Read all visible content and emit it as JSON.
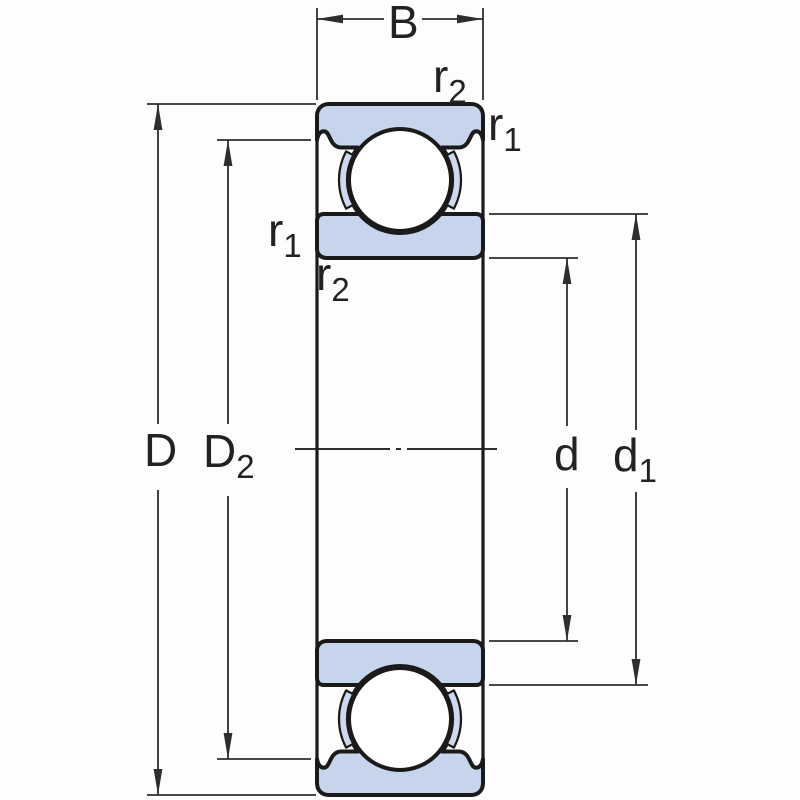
{
  "diagram": {
    "type": "bearing-cross-section",
    "labels": {
      "width_B": {
        "main": "B",
        "sub": ""
      },
      "outside_D": {
        "main": "D",
        "sub": ""
      },
      "shoulder_D2": {
        "main": "D",
        "sub": "2"
      },
      "bore_d": {
        "main": "d",
        "sub": ""
      },
      "shoulder_d1": {
        "main": "d",
        "sub": "1"
      },
      "chamfer_r2_top": {
        "main": "r",
        "sub": "2"
      },
      "chamfer_r1_right": {
        "main": "r",
        "sub": "1"
      },
      "chamfer_r1_left": {
        "main": "r",
        "sub": "1"
      },
      "chamfer_r2_left": {
        "main": "r",
        "sub": "2"
      }
    },
    "colors": {
      "background": "#fdfdfd",
      "ring_fill": "#c6d4ec",
      "cage_fill": "#cdd9ef",
      "outline": "#1a1a1a",
      "dim": "#2e2e2e",
      "text": "#222222"
    }
  }
}
